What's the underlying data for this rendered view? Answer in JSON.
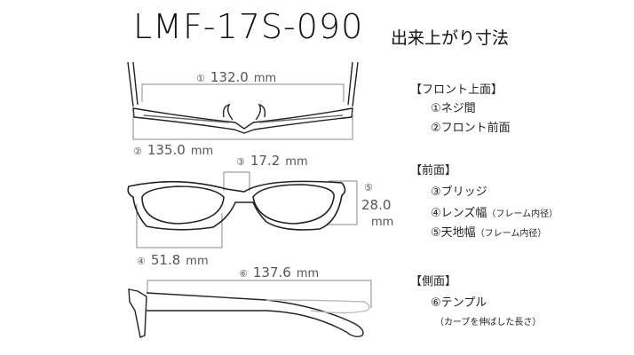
{
  "header": {
    "model": "LMF-17S-090",
    "subtitle": "出来上がり寸法"
  },
  "dimensions": {
    "d1": {
      "num": "①",
      "value": "132.0",
      "unit": "mm"
    },
    "d2": {
      "num": "②",
      "value": "135.0",
      "unit": "mm"
    },
    "d3": {
      "num": "③",
      "value": "17.2",
      "unit": "mm"
    },
    "d4": {
      "num": "④",
      "value": "51.8",
      "unit": "mm"
    },
    "d5": {
      "num": "⑤",
      "value": "28.0",
      "unit": "mm"
    },
    "d6": {
      "num": "⑥",
      "value": "137.6",
      "unit": "mm"
    }
  },
  "legend": {
    "sec1": {
      "heading": "【フロント上面】",
      "items": [
        "①ネジ間",
        "②フロント前面"
      ]
    },
    "sec2": {
      "heading": "【前面】",
      "items": [
        "③ブリッジ",
        "④レンズ幅",
        "⑤天地幅"
      ],
      "note": "（フレーム内径）"
    },
    "sec3": {
      "heading": "【側面】",
      "items": [
        "⑥テンプル"
      ],
      "note": "（カーブを伸ばした長さ）"
    }
  },
  "colors": {
    "line": "#222222",
    "dim_line": "#888888",
    "text": "#111111"
  }
}
